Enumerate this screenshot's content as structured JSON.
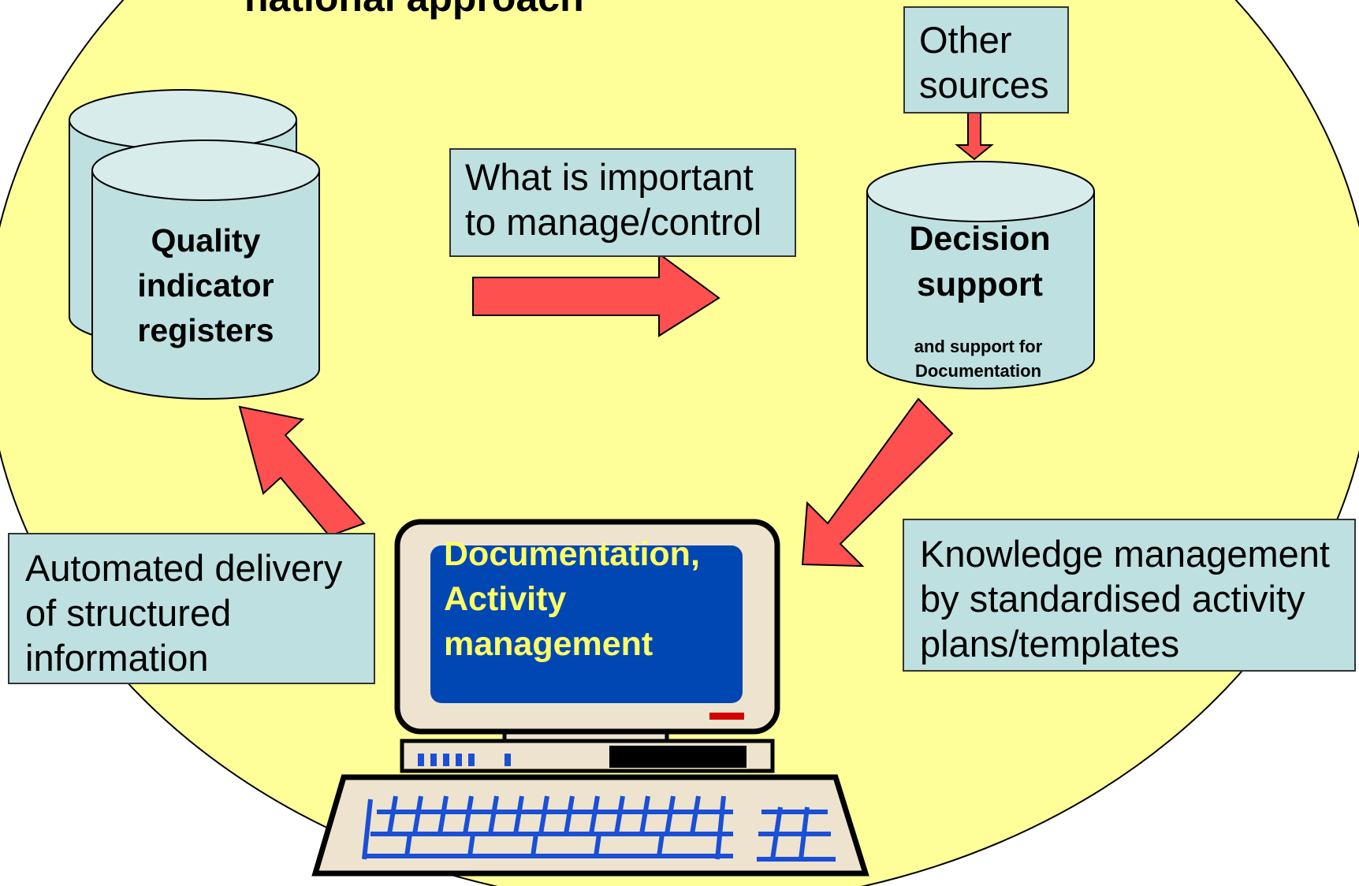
{
  "title": "national approach",
  "nodes": {
    "registers": {
      "label": "Quality indicator registers"
    },
    "decision": {
      "label": "Decision support",
      "sublabel": "and support for Documentation"
    },
    "other_sources": {
      "label": "Other sources"
    },
    "computer": {
      "label": "Documentation, Activity management"
    }
  },
  "edge_labels": {
    "manage": "What is important to manage/control",
    "automated": "Automated delivery of structured information",
    "knowledge": "Knowledge management by standardised activity plans/templates"
  },
  "colors": {
    "background_oval": "#ffff99",
    "label_box": "#bfe0e0",
    "cylinder_fill": "#bfe0e0",
    "arrow": "#ff5050",
    "screen": "#0047b3",
    "screen_text": "#ffff66",
    "monitor_body": "#ede3cf",
    "keyboard": "#1a4fd6"
  }
}
